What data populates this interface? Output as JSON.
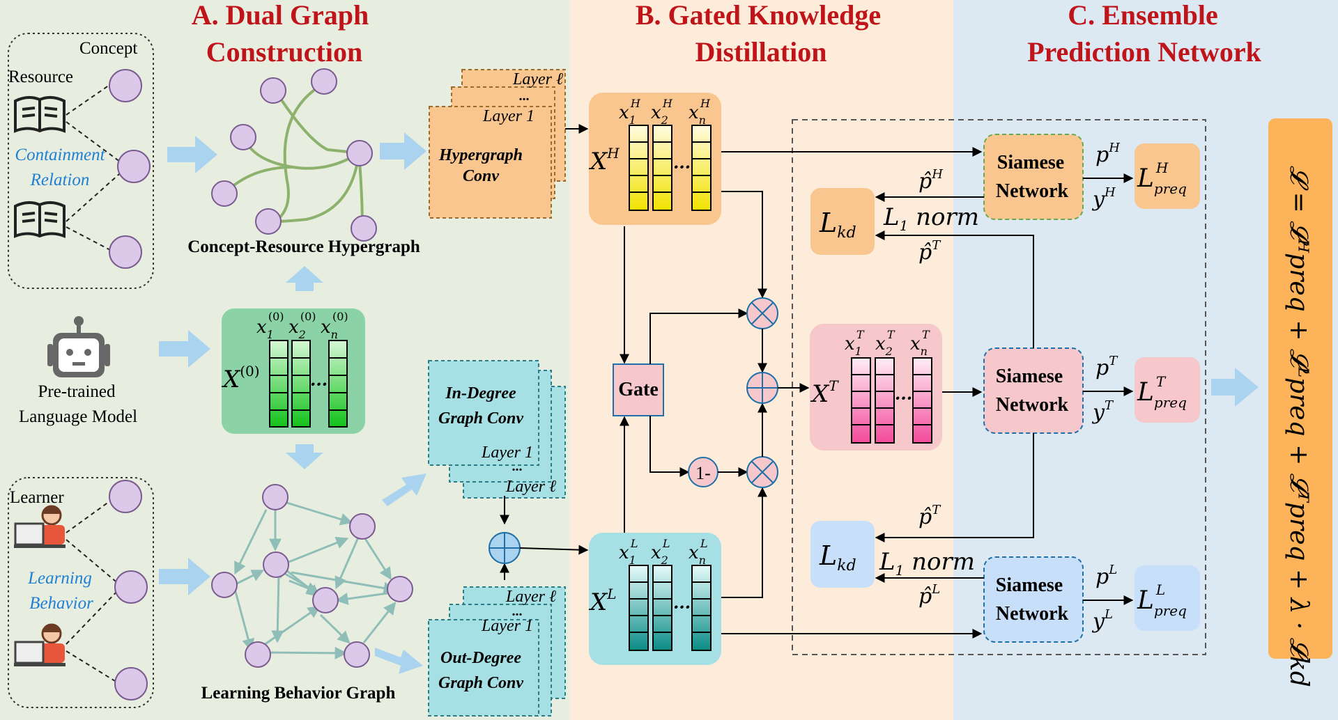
{
  "sections": {
    "a_line1": "A. Dual Graph",
    "a_line2": "Construction",
    "b_line1": "B. Gated Knowledge",
    "b_line2": "Distillation",
    "c_line1": "C. Ensemble",
    "c_line2": "Prediction Network"
  },
  "dual_graph": {
    "concept": "Concept",
    "resource": "Resource",
    "containment_1": "Containment",
    "containment_2": "Relation",
    "hypergraph_caption": "Concept-Resource Hypergraph",
    "plm_1": "Pre-trained",
    "plm_2": "Language Model",
    "learner": "Learner",
    "learning_1": "Learning",
    "learning_2": "Behavior",
    "behavior_caption": "Learning Behavior Graph",
    "x0_label": "X",
    "x0_sup": "(0)",
    "x0_cols": [
      "x",
      "x",
      "x"
    ],
    "x0_subs": [
      "1",
      "2",
      "n"
    ]
  },
  "conv": {
    "hyper_1": "Hypergraph",
    "hyper_2": "Conv",
    "in_1": "In-Degree",
    "in_2": "Graph Conv",
    "out_1": "Out-Degree",
    "out_2": "Graph Conv",
    "layer_l": "Layer ℓ",
    "layer_1": "Layer 1",
    "dots": "..."
  },
  "distill": {
    "xh": "X",
    "xh_sup": "H",
    "xl": "X",
    "xl_sup": "L",
    "xt": "X",
    "xt_sup": "T",
    "gate": "Gate",
    "one_minus": "1-",
    "ellipsis": "···"
  },
  "ensemble": {
    "siamese_1": "Siamese",
    "siamese_2": "Network",
    "lkd": "L",
    "lkd_sub": "kd",
    "l1norm": "L",
    "l1norm_sub": "1",
    "l1norm_word": " norm",
    "p": "p",
    "y": "y",
    "phat": "p̂",
    "lpreq": "L",
    "lpreq_sub": "preq",
    "H": "H",
    "T": "T",
    "L": "L"
  },
  "total_loss": "𝓛 = 𝓛ᴴpreq + 𝓛ᴸpreq + 𝓛ᵀpreq + λ · 𝓛kd",
  "colors": {
    "panel_a": "#e8eedf",
    "panel_b": "#fcecd9",
    "panel_c": "#dde9f2",
    "orange": "#f9c690",
    "teal": "#a6dfe4",
    "pink": "#f6c8cb",
    "blue_box": "#c7dff8",
    "green_box": "#8bd3a6",
    "loss_bar": "#fdb35a"
  }
}
